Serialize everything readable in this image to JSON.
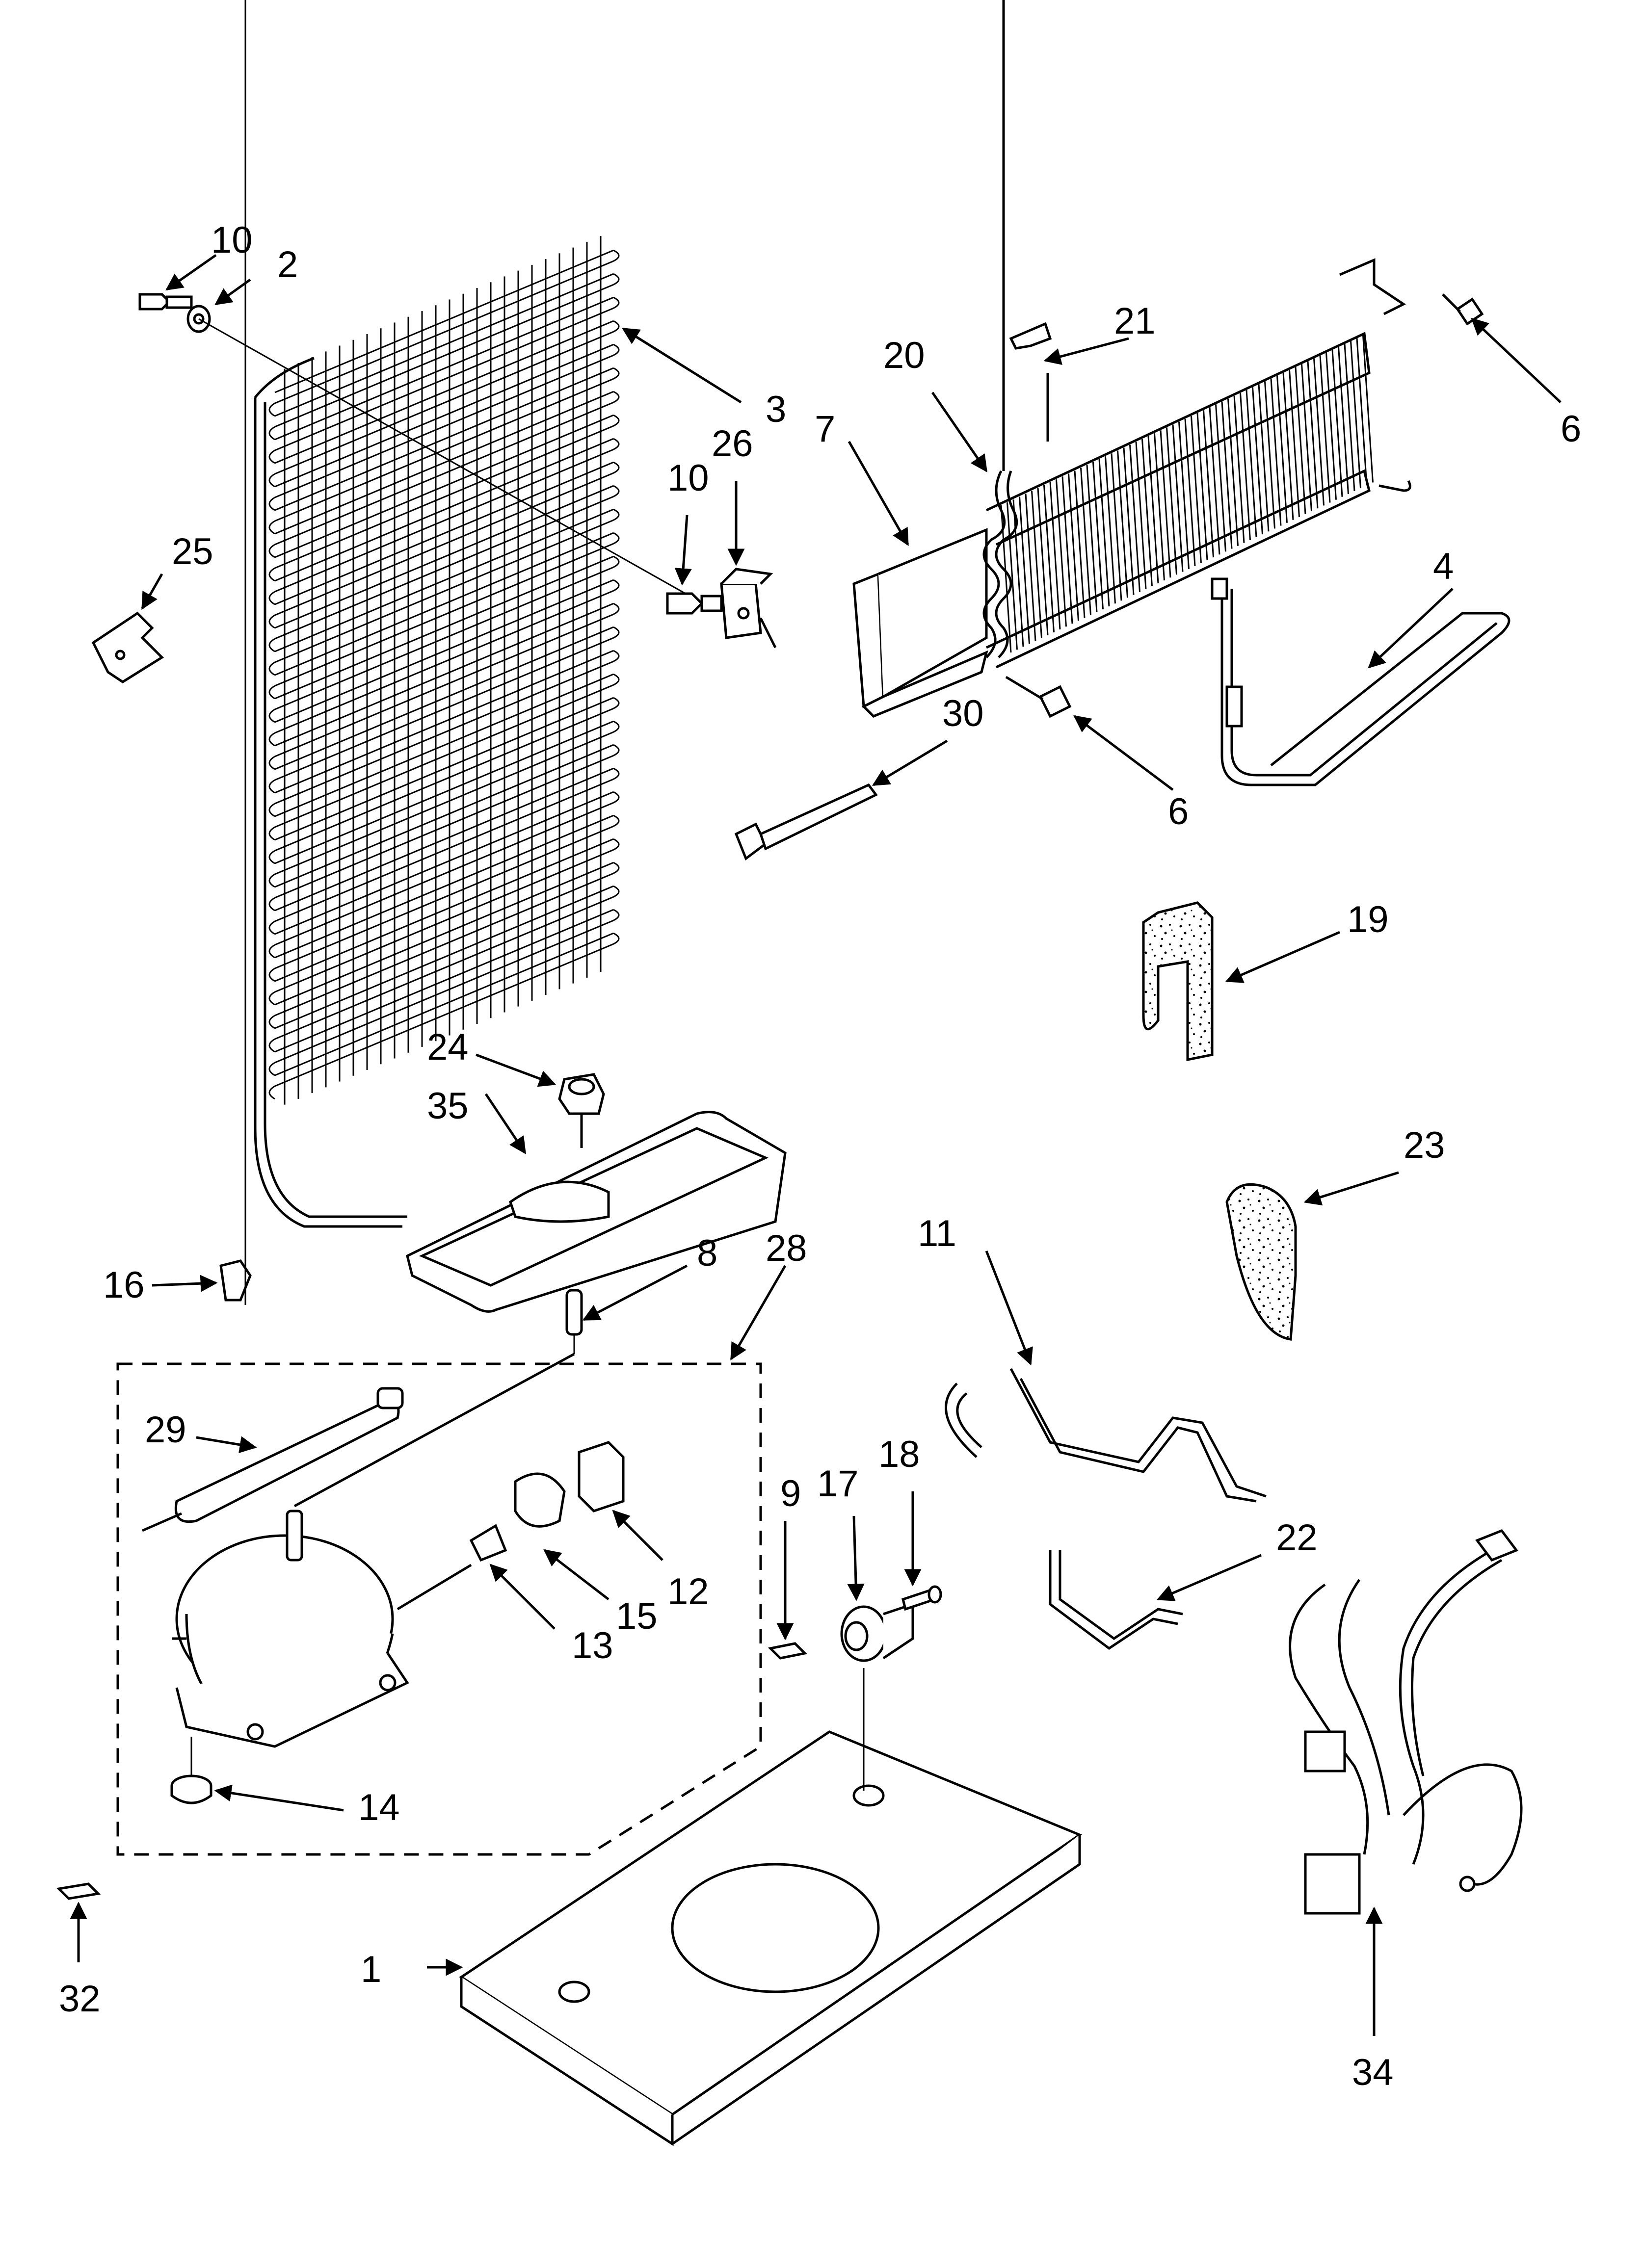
{
  "callouts": {
    "c1": "1",
    "c2": "2",
    "c3": "3",
    "c4": "4",
    "c6a": "6",
    "c6b": "6",
    "c7": "7",
    "c8": "8",
    "c9": "9",
    "c10a": "10",
    "c10b": "10",
    "c11": "11",
    "c12": "12",
    "c13": "13",
    "c14": "14",
    "c15": "15",
    "c16": "16",
    "c17": "17",
    "c18": "18",
    "c19": "19",
    "c20": "20",
    "c21": "21",
    "c22": "22",
    "c23": "23",
    "c24": "24",
    "c25": "25",
    "c26": "26",
    "c28": "28",
    "c29": "29",
    "c30": "30",
    "c32": "32",
    "c34": "34",
    "c35": "35"
  }
}
